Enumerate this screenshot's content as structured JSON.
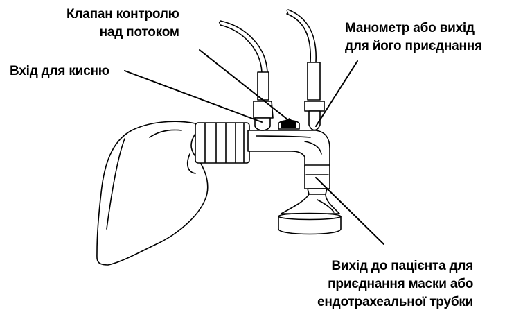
{
  "labels": {
    "flow_valve": {
      "line1": "Клапан контролю",
      "line2": "над потоком"
    },
    "oxygen_inlet": {
      "line1": "Вхід для кисню"
    },
    "manometer": {
      "line1": "Манометр або вихід",
      "line2": "для його приєднання"
    },
    "patient_outlet": {
      "line1": "Вихід до пацієнта для",
      "line2": "приєднання маски або",
      "line3": "ендотрахеальної трубки"
    }
  },
  "colors": {
    "stroke": "#000000",
    "background": "#ffffff"
  }
}
